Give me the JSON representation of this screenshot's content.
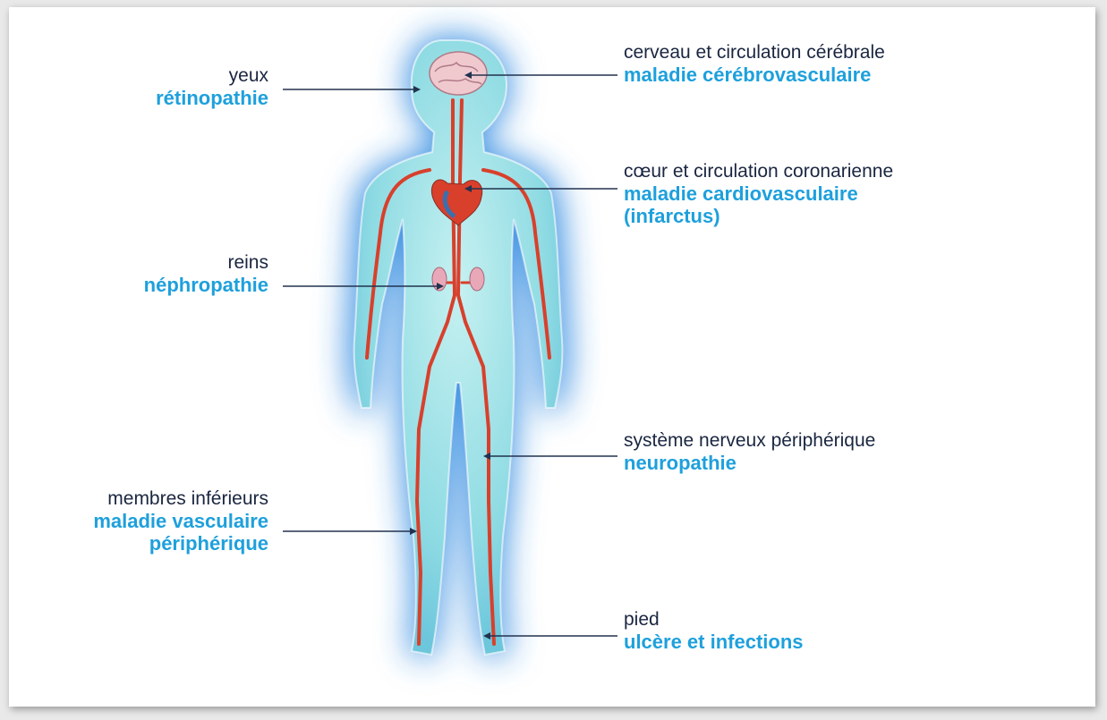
{
  "colors": {
    "name_text": "#1a2640",
    "condition_text": "#1ea0dc",
    "leader_line": "#22324f",
    "glow": "#2f88e0",
    "body_fill": "#9adfe6",
    "vessels": "#d8402c"
  },
  "labels": {
    "eyes": {
      "name": "yeux",
      "condition": [
        "rétinopathie"
      ]
    },
    "kidneys": {
      "name": "reins",
      "condition": [
        "néphropathie"
      ]
    },
    "limbs": {
      "name": "membres inférieurs",
      "condition": [
        "maladie vasculaire",
        "périphérique"
      ]
    },
    "brain": {
      "name": "cerveau et circulation cérébrale",
      "condition": [
        "maladie cérébrovasculaire"
      ]
    },
    "heart": {
      "name": "cœur et circulation coronarienne",
      "condition": [
        "maladie cardiovasculaire",
        "(infarctus)"
      ]
    },
    "nerves": {
      "name": "système nerveux périphérique",
      "condition": [
        "neuropathie"
      ]
    },
    "foot": {
      "name": "pied",
      "condition": [
        "ulcère et infections"
      ]
    }
  },
  "icons": {
    "figure": "human-body-circulation-illustration"
  }
}
